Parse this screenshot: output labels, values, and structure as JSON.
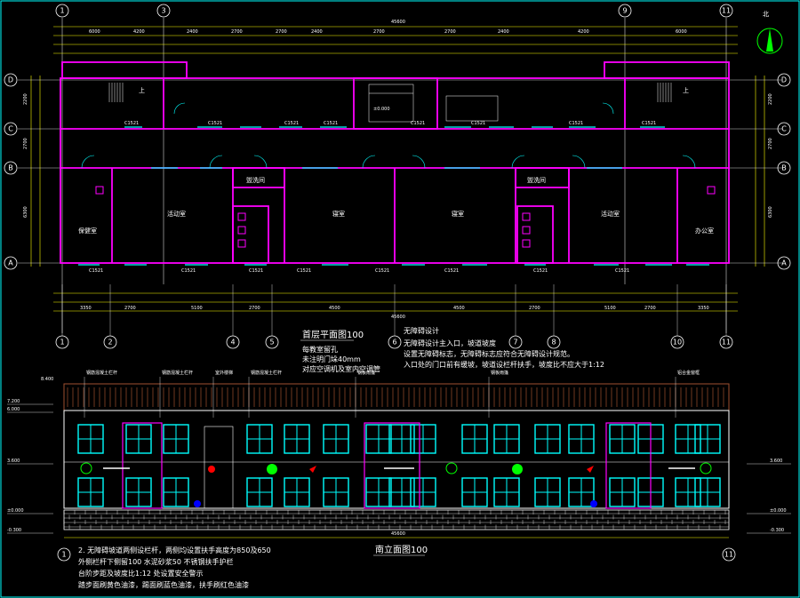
{
  "plan": {
    "title": "首层平面图100",
    "subtitle_lines": [
      "每教室留孔",
      "未注明门垛40mm",
      "对应空调机及室内空调管"
    ],
    "top_axes": [
      "1",
      "3",
      "9",
      "11"
    ],
    "bottom_axes": [
      "1",
      "2",
      "4",
      "5",
      "6",
      "7",
      "8",
      "10",
      "11"
    ],
    "side_axes": [
      "D",
      "C",
      "B",
      "A"
    ],
    "rooms": {
      "health": "保健室",
      "activity1": "活动室",
      "wash1": "盥洗间",
      "classroom1": "寝室",
      "classroom2": "寝室",
      "wash2": "盥洗间",
      "activity2": "活动室",
      "office": "办公室",
      "up1": "上",
      "up2": "上"
    },
    "total_dim": "45600",
    "top_dims": [
      "6000",
      "4200",
      "2400",
      "2700",
      "2700",
      "2400",
      "2700",
      "2700",
      "2400",
      "4200",
      "6000"
    ],
    "bottom_dims": [
      "3350",
      "2700",
      "5100",
      "2700",
      "4500",
      "4500",
      "2700",
      "5100",
      "2700",
      "3350"
    ],
    "left_dims": [
      "2200",
      "2700",
      "6300"
    ],
    "right_dims": [
      "2200",
      "2700",
      "6300"
    ],
    "door_labels": [
      "C1521",
      "C1521",
      "C1521",
      "C1521",
      "C1521",
      "C1521",
      "C1521",
      "C1521"
    ],
    "north": "北",
    "notes_title": "无障碍设计",
    "notes": [
      "无障碍设计主入口，坡道坡度",
      "设置无障碍标志，无障碍标志应符合无障碍设计规范。",
      "入口处的门口前有缓坡，坡道设栏杆扶手，坡度比不应大于1:12"
    ],
    "level_label": "±0.000"
  },
  "elevation": {
    "title": "南立面图100",
    "axes": [
      "1",
      "11"
    ],
    "left_levels": [
      "7.200",
      "6.000",
      "3.600",
      "±0.000",
      "-0.300"
    ],
    "right_levels": [
      "3.600",
      "±0.000",
      "-0.300"
    ],
    "top_level": "8.400",
    "total_dim": "45600",
    "callouts": [
      "钢筋混凝土栏杆",
      "钢筋混凝土栏杆",
      "室外楼梯",
      "钢筋混凝土栏杆",
      "钢板雨篷",
      "钢板雨篷",
      "铝合金窗框"
    ],
    "notes": [
      "2. 无障碍坡道两侧设栏杆，两侧均设置扶手高度为850及650",
      "外侧栏杆下侧留100 水泥砂浆50 不锈钢扶手护栏",
      "台阶步距及坡度比1:12 处设置安全警示",
      "踏步面刷黄色油漆，踢面刷蓝色油漆，扶手刷红色油漆"
    ]
  },
  "colors": {
    "background": "#000000",
    "wall": "#ff00ff",
    "grid": "#ffffff",
    "dimension": "#ffff00",
    "window": "#00ffff",
    "green_mark": "#00ff00",
    "red_mark": "#ff0000",
    "blue_mark": "#0000ff",
    "roof_brown": "#a05030"
  }
}
